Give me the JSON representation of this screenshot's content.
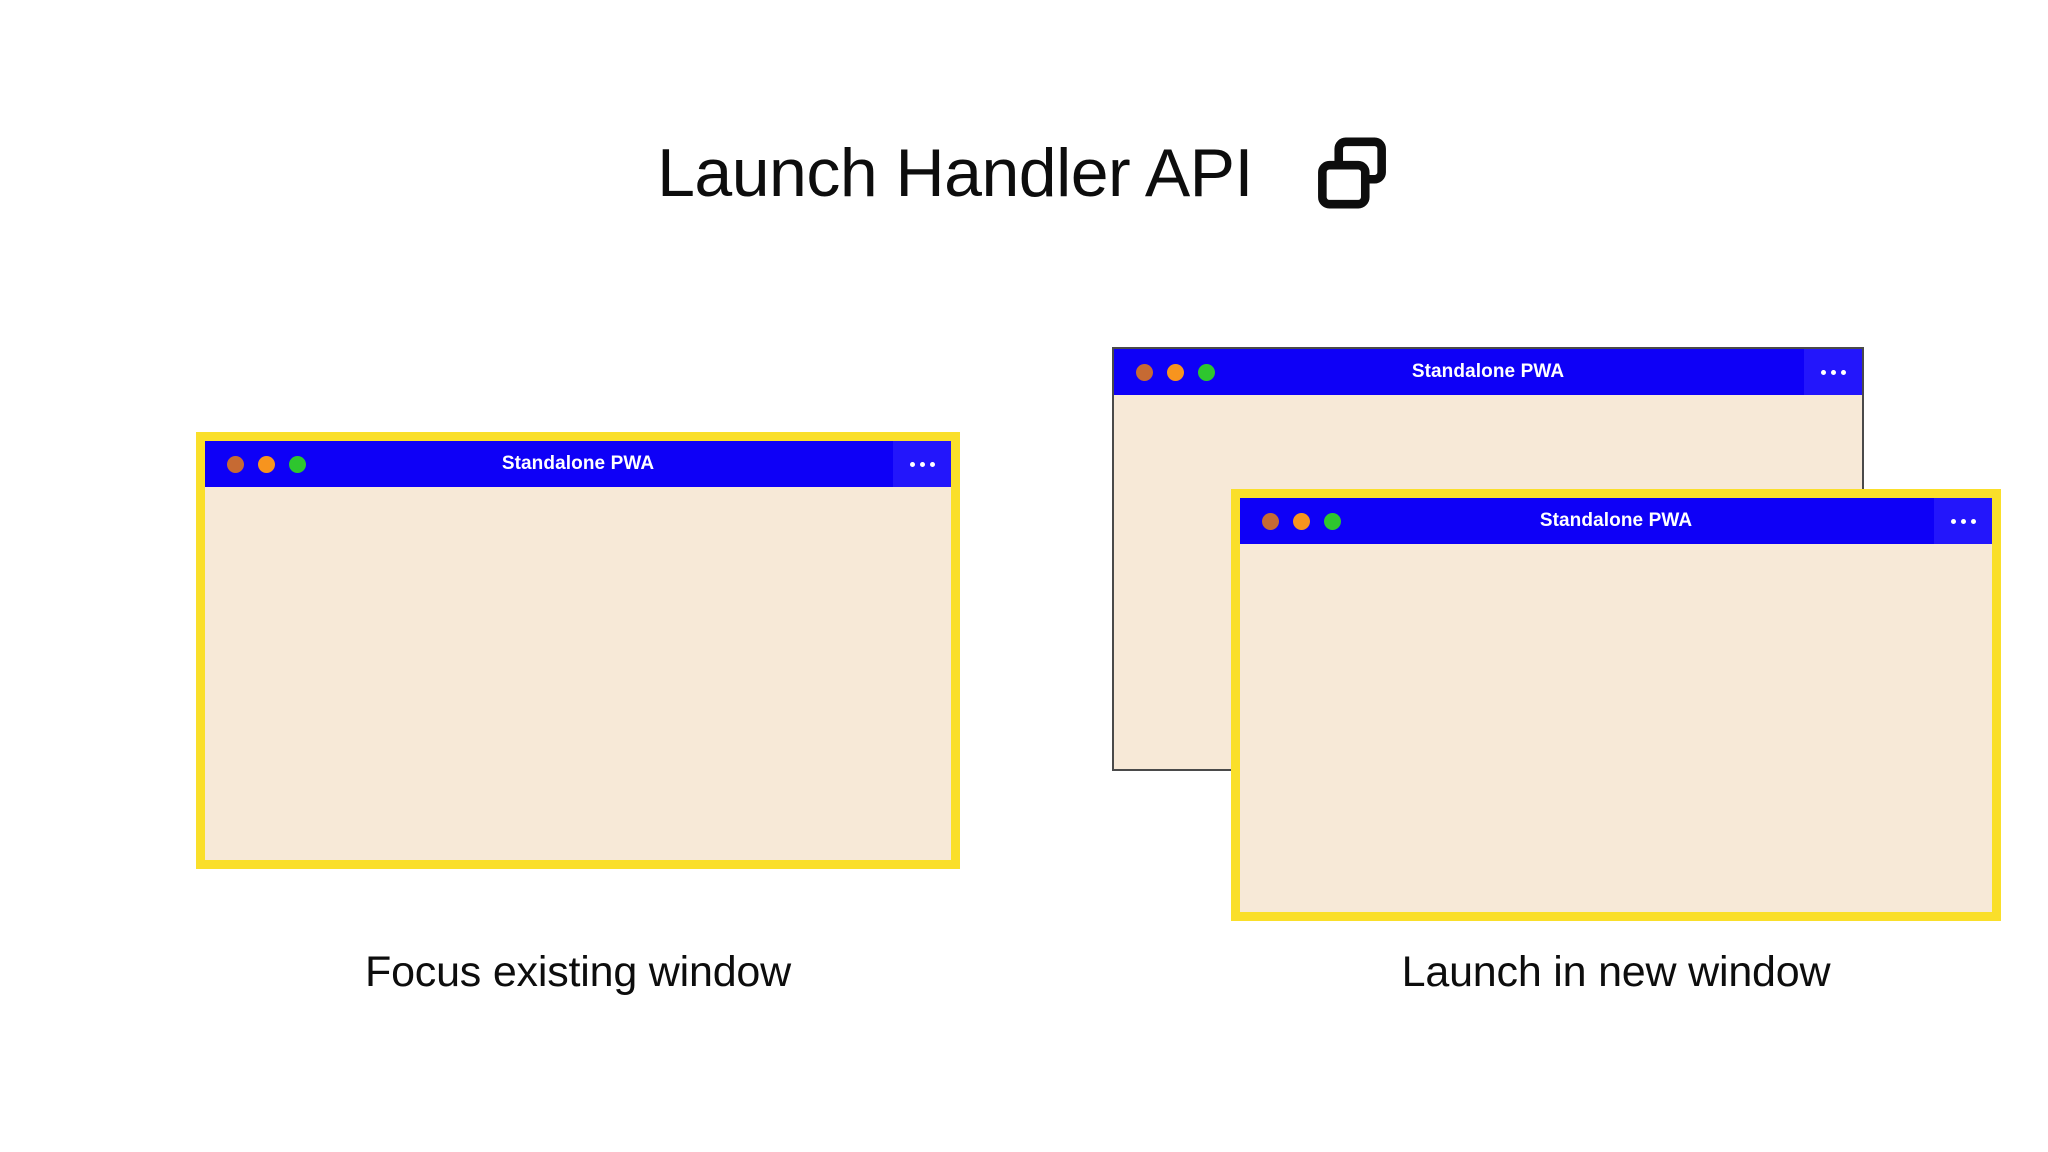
{
  "header": {
    "title": "Launch Handler API",
    "icon": "multi-window-icon"
  },
  "windows": {
    "focus_existing": {
      "title": "Standalone PWA",
      "highlighted": true,
      "menu_icon": "overflow-menu-icon",
      "traffic_lights": [
        "close-dot",
        "minimize-dot",
        "maximize-dot"
      ]
    },
    "new_window_back": {
      "title": "Standalone PWA",
      "highlighted": false,
      "menu_icon": "overflow-menu-icon",
      "traffic_lights": [
        "close-dot",
        "minimize-dot",
        "maximize-dot"
      ]
    },
    "new_window_front": {
      "title": "Standalone PWA",
      "highlighted": true,
      "menu_icon": "overflow-menu-icon",
      "traffic_lights": [
        "close-dot",
        "minimize-dot",
        "maximize-dot"
      ]
    }
  },
  "captions": {
    "left": "Focus existing window",
    "right": "Launch in new window"
  },
  "colors": {
    "titlebar_blue": "#0e00f7",
    "menu_blue": "#2316fb",
    "window_body": "#f7e9d7",
    "highlight_yellow": "#fadf2a",
    "border_gray": "#4a4a4a",
    "dot_red": "#c66a33",
    "dot_amber": "#f7941e",
    "dot_green": "#2ec62e",
    "text_dark": "#0d0d0d",
    "background": "#ffffff"
  }
}
